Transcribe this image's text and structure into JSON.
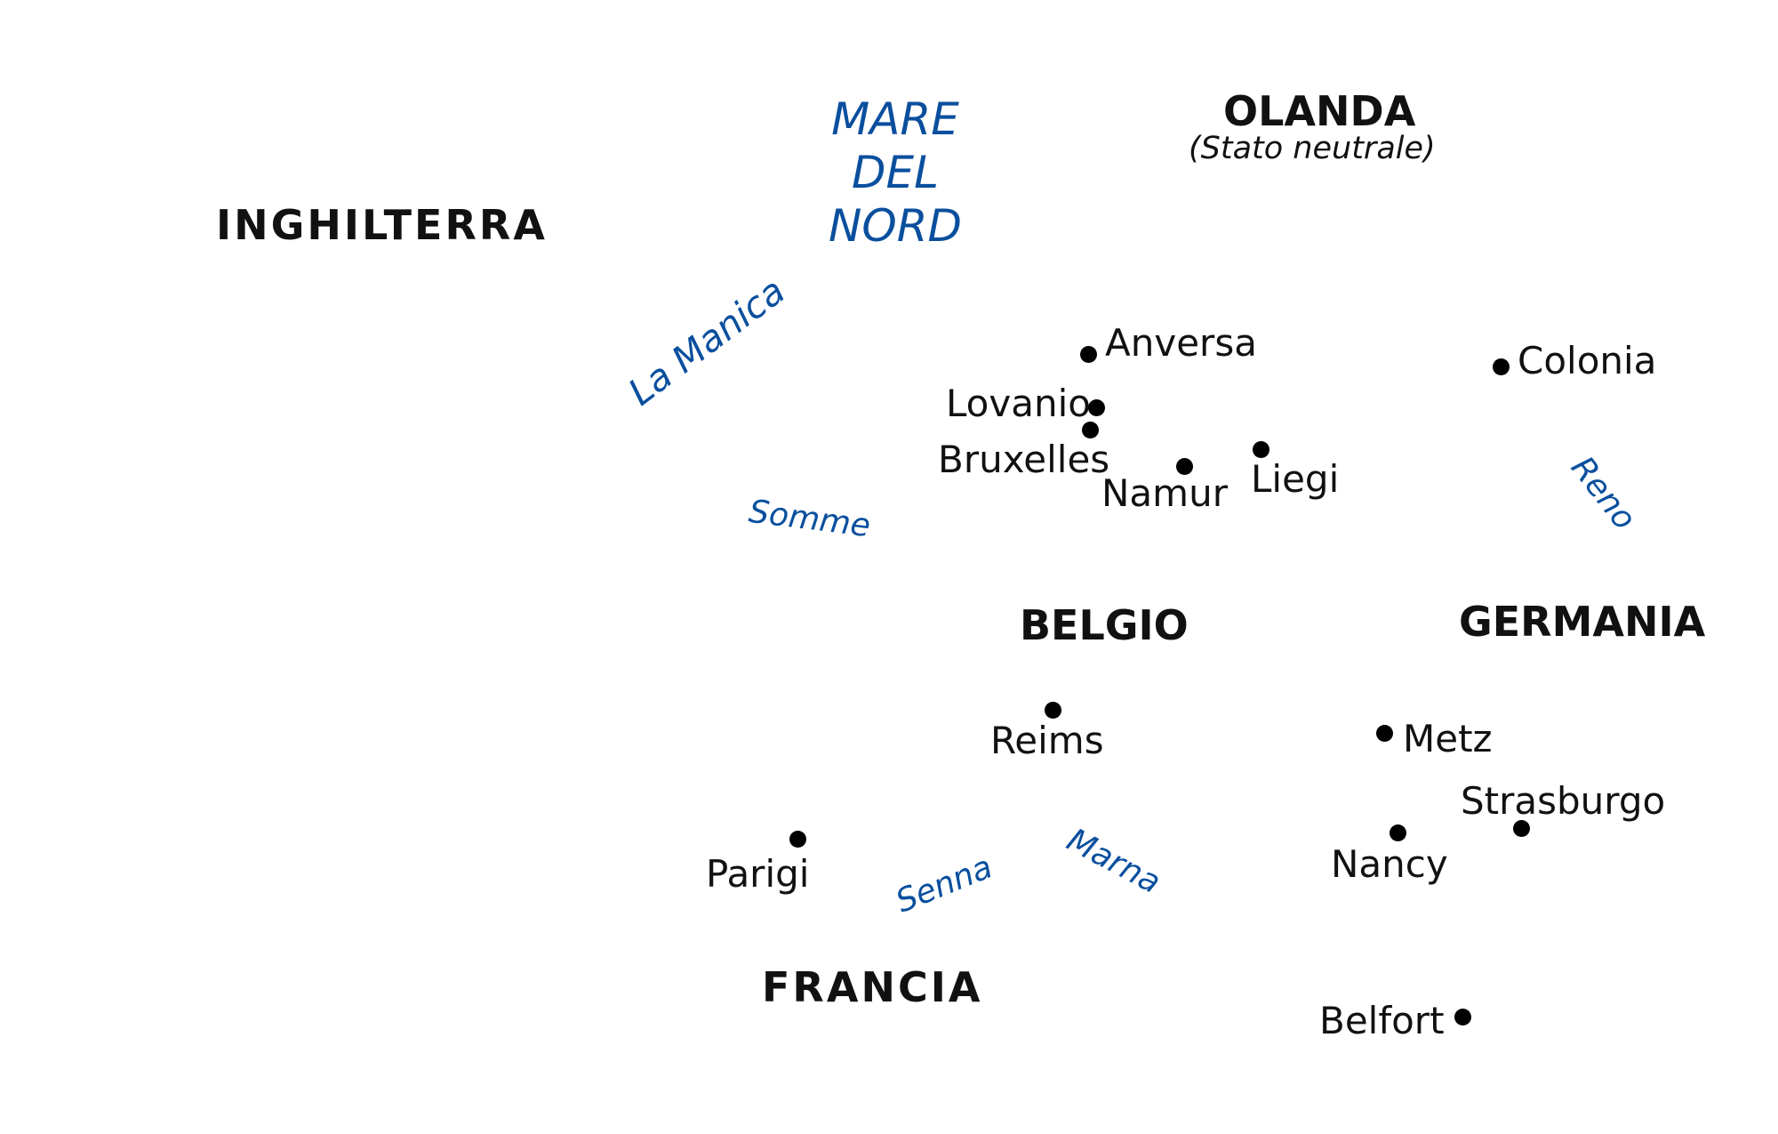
{
  "countries": {
    "inghilterra": "INGHILTERRA",
    "olanda": "OLANDA",
    "olanda_note": "(Stato neutrale)",
    "belgio": "BELGIO",
    "germania": "GERMANIA",
    "francia": "FRANCIA"
  },
  "waters": {
    "mare_line1": "MARE",
    "mare_line2": "DEL",
    "mare_line3": "NORD",
    "la_manica": "La Manica",
    "somme": "Somme",
    "reno": "Reno",
    "senna": "Senna",
    "marna": "Marna"
  },
  "cities": {
    "anversa": "Anversa",
    "colonia": "Colonia",
    "lovanio": "Lovanio",
    "bruxelles": "Bruxelles",
    "namur": "Namur",
    "liegi": "Liegi",
    "reims": "Reims",
    "metz": "Metz",
    "strasburgo": "Strasburgo",
    "parigi": "Parigi",
    "nancy": "Nancy",
    "belfort": "Belfort"
  },
  "colors": {
    "water_text": "#0a4f9e",
    "land_text": "#111111",
    "city_dot": "#000000",
    "background": "#ffffff"
  }
}
